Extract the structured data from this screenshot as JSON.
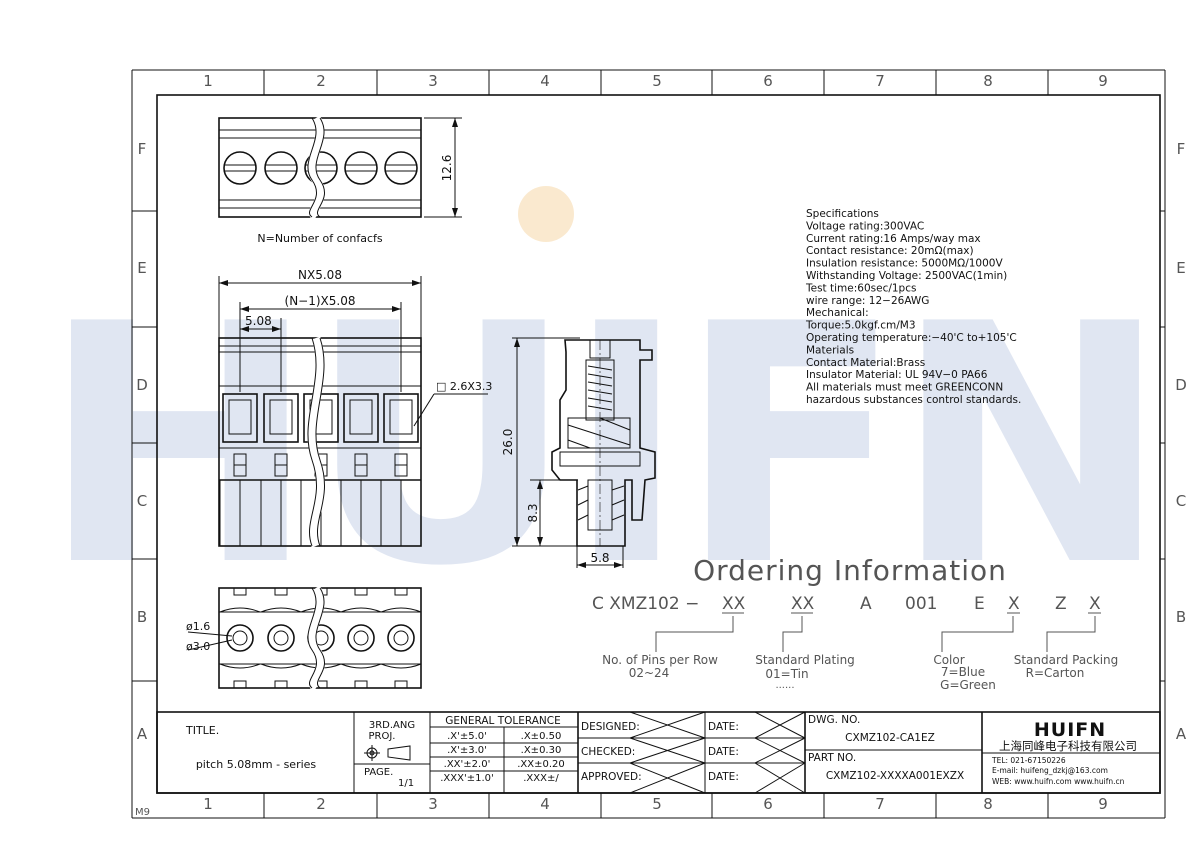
{
  "frame": {
    "columns": [
      "1",
      "2",
      "3",
      "4",
      "5",
      "6",
      "7",
      "8",
      "9"
    ],
    "rows": [
      "F",
      "E",
      "D",
      "C",
      "B",
      "A"
    ],
    "sheet_code": "M9"
  },
  "watermark": {
    "text": "HUIFN",
    "color": "#c8d2e8",
    "dot_color": "#f7d8a8"
  },
  "views": {
    "top_note": "N=Number of confacfs",
    "dim_height_top": "12.6",
    "dim_nx": "NX5.08",
    "dim_n1x": "(N−1)X5.08",
    "dim_pitch": "5.08",
    "dim_window": "□ 2.6X3.3",
    "dim_side_height": "26.0",
    "dim_side_lower": "8.3",
    "dim_side_width": "5.8",
    "dim_hole_small": "ø1.6",
    "dim_hole_large": "ø3.0"
  },
  "specifications": [
    "Specifications",
    "Voltage rating:300VAC",
    "Current rating:16 Amps/way max",
    "Contact resistance: 20mΩ(max)",
    "Insulation resistance: 5000MΩ/1000V",
    "Withstanding Voltage: 2500VAC(1min)",
    "Test time:60sec/1pcs",
    "wire range: 12−26AWG",
    "Mechanical:",
    "Torque:5.0kgf.cm/M3",
    "Operating temperature:−40'C to+105'C",
    "Materials",
    "Contact Material:Brass",
    "Insulator Material: UL 94V−0 PA66",
    "All materials must meet GREENCONN",
    "hazardous substances control standards."
  ],
  "ordering": {
    "title": "Ordering Information",
    "code_parts": [
      "C XMZ102 −",
      "XX",
      "XX",
      "A",
      "001",
      "E",
      "X",
      "Z",
      "X"
    ],
    "pins_label": "No. of Pins per Row",
    "pins_range": "02~24",
    "plating_label": "Standard Plating",
    "plating_value": "01=Tin",
    "plating_more": "......",
    "color_label": "Color",
    "color_blue": "7=Blue",
    "color_green": "G=Green",
    "packing_label": "Standard Packing",
    "packing_value": "R=Carton"
  },
  "title_block": {
    "title_label": "TITLE.",
    "title_value": "pitch 5.08mm  - series",
    "projection_1": "3RD.ANG",
    "projection_2": "PROJ.",
    "page_label": "PAGE.",
    "page_value": "1/1",
    "tolerance_header": "GENERAL  TOLERANCE",
    "tolerance_rows": [
      [
        ".X'±5.0'",
        ".X±0.50"
      ],
      [
        ".X'±3.0'",
        ".X±0.30"
      ],
      [
        ".XX'±2.0'",
        ".XX±0.20"
      ],
      [
        ".XXX'±1.0'",
        ".XXX±/"
      ]
    ],
    "designed": "DESIGNED:",
    "checked": "CHECKED:",
    "approved": "APPROVED:",
    "date": "DATE:",
    "dwg_label": "DWG. NO.",
    "dwg_value": "CXMZ102-CA1EZ",
    "part_label": "PART NO.",
    "part_value": "CXMZ102-XXXXA001EXZX",
    "brand": "HUIFN",
    "company": "上海同峰电子科技有限公司",
    "tel": "TEL: 021-67150226",
    "email": "E-mail: huifeng_dzkj@163.com",
    "web": "WEB: www.huifn.com  www.huifn.cn"
  }
}
